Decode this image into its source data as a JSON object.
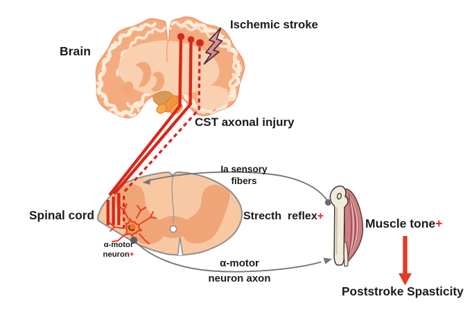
{
  "figure": {
    "title": "Poststroke spasticity pathophysiology diagram",
    "labels": {
      "brain": "Brain",
      "ischemic_stroke": "Ischemic stroke",
      "cst_axonal_injury": "CST axonal injury",
      "spinal_cord": "Spinal cord",
      "ia_sensory_fibers_line1": "Ia sensory",
      "ia_sensory_fibers_line2": "fibers",
      "alpha_motor_neuron_line1": "α-motor",
      "alpha_motor_neuron_line2": "neuron",
      "alpha_motor_neuron_plus": "+",
      "stretch_reflex": "Strecth  reflex",
      "stretch_reflex_plus": "+",
      "alpha_motor_neuron_axon_line1": "α-motor",
      "alpha_motor_neuron_axon_line2": "neuron axon",
      "muscle_tone": "Muscle tone",
      "muscle_tone_plus": "+",
      "poststroke_spasticity": "Poststroke Spasticity"
    },
    "colors": {
      "background": "#ffffff",
      "text": "#1a1a1a",
      "highlight_plus_red": "#e8232a",
      "cst_line_red": "#d7281d",
      "arrow_red": "#e23b28",
      "brain_cortex": "#f5ab80",
      "brain_sulci": "#fcecd9",
      "brain_inner": "#f9d1b1",
      "brainstem_orange": "#f2953e",
      "cord_fill": "#f8c8a2",
      "cord_gray_matter": "#efa578",
      "outline_gray": "#8e8e8e",
      "fiber_gray": "#757575",
      "neuron_red": "#e8391f",
      "neuron_fill": "#f5a053",
      "muscle_pink": "#cf8489",
      "bone_cream": "#f1ebdc",
      "bolt_pink": "#d795a1"
    },
    "icons": [
      "brain-illustration",
      "lightning-bolt-icon",
      "spinal-cord-illustration",
      "motor-neuron-icon",
      "muscle-bone-illustration",
      "down-arrow-icon"
    ]
  }
}
